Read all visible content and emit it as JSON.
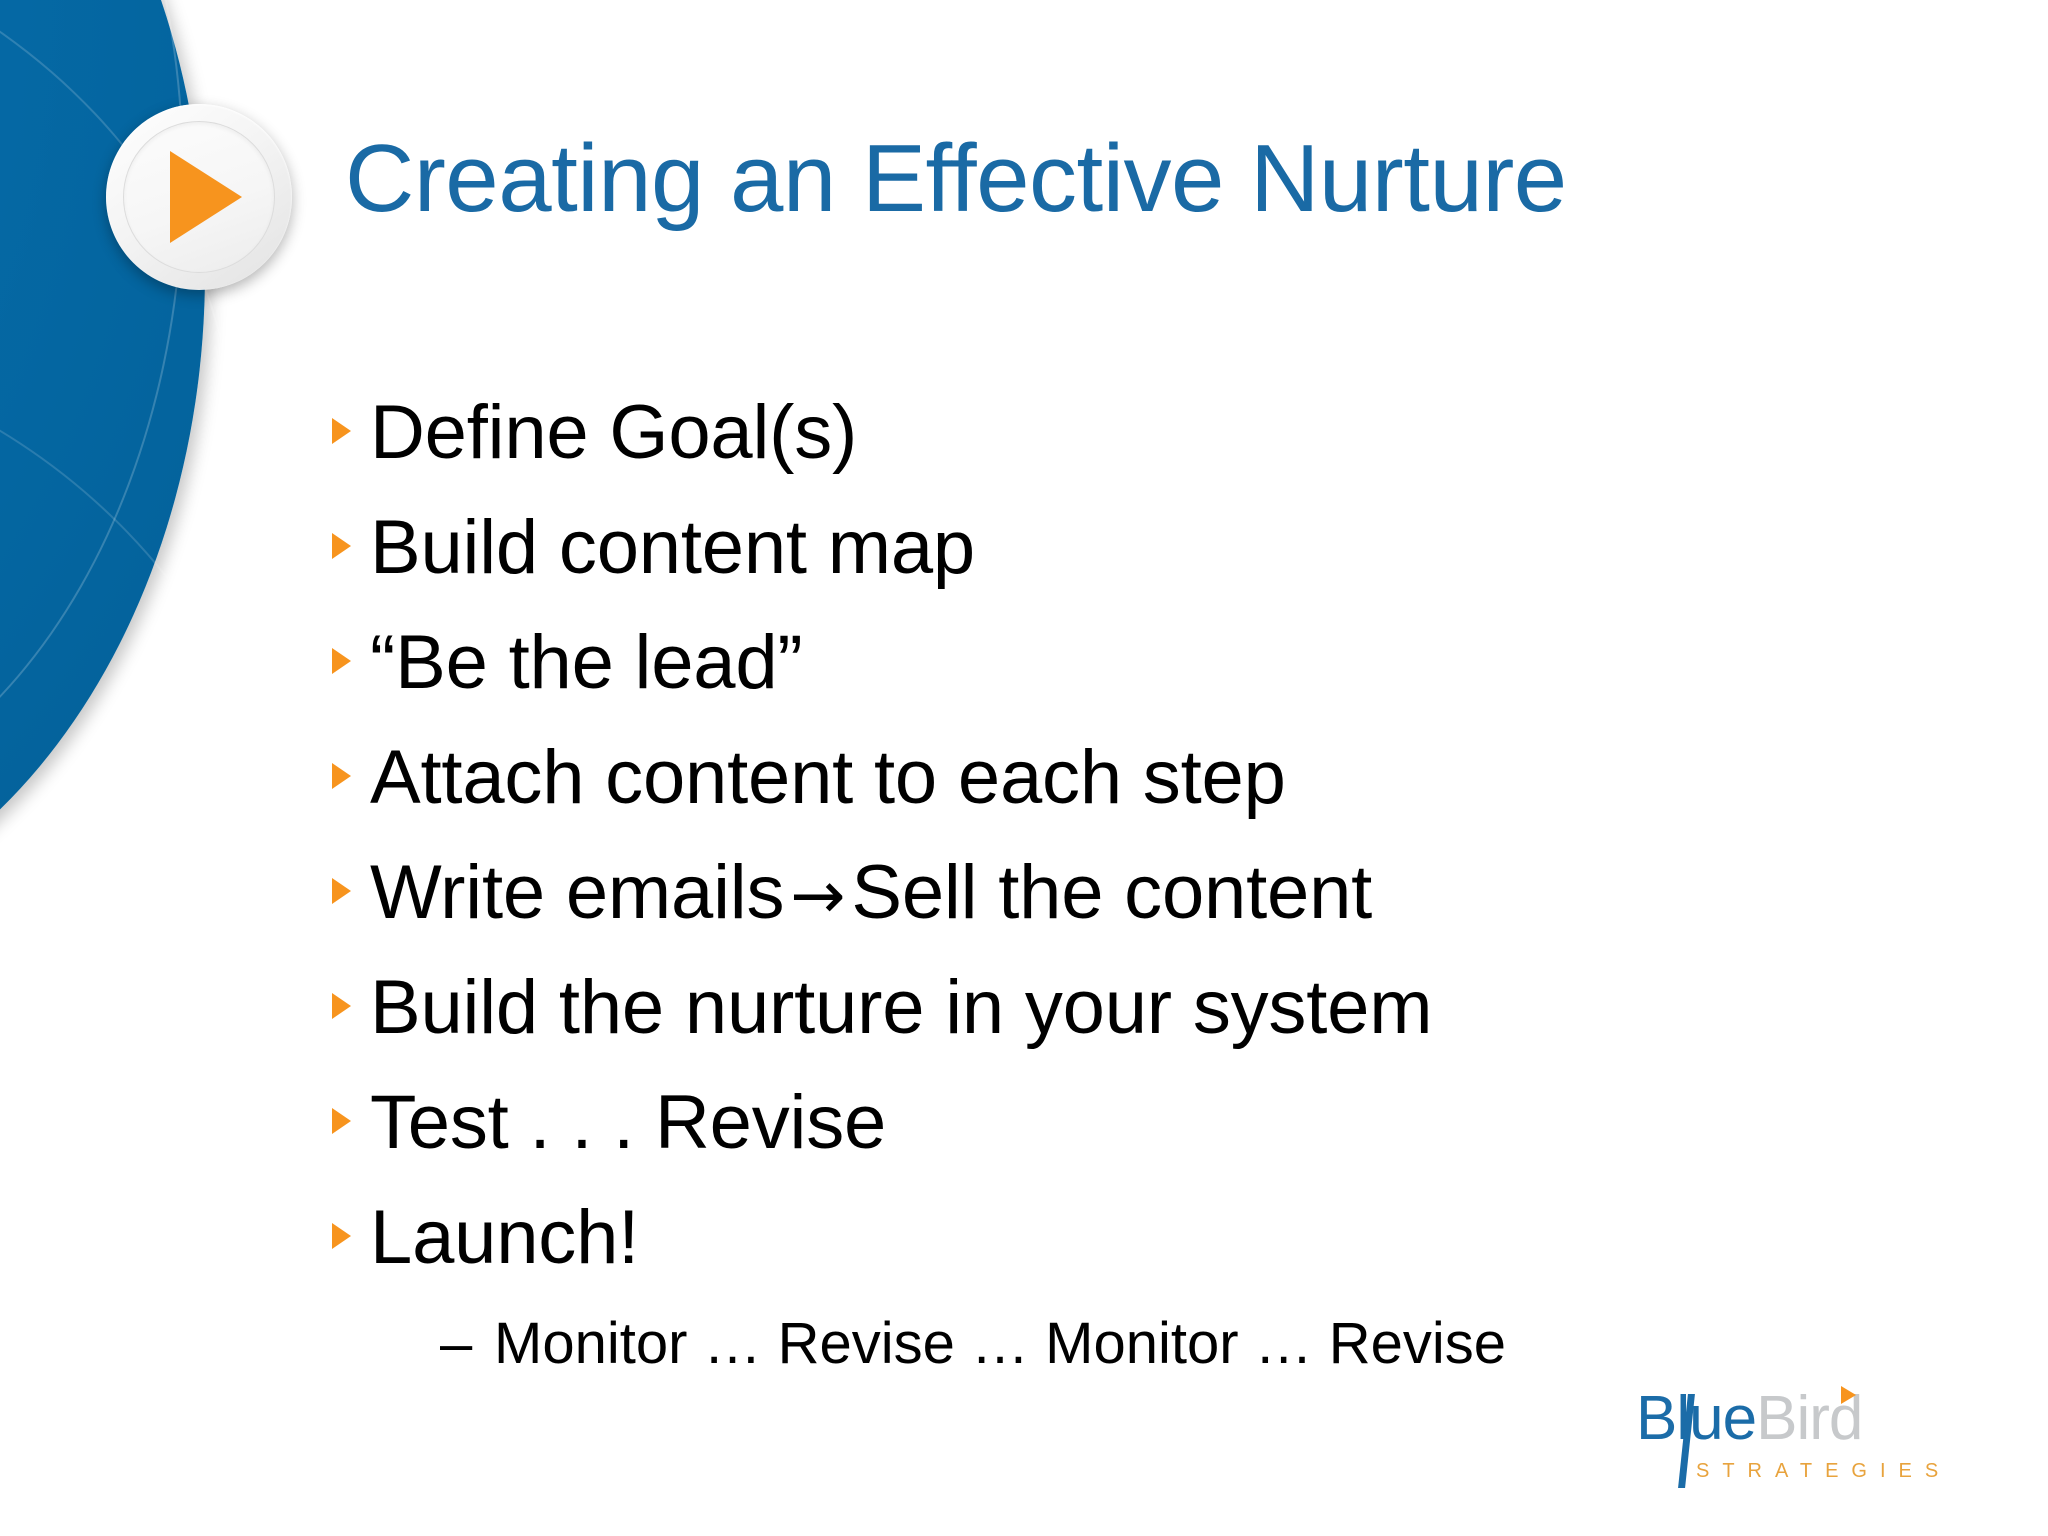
{
  "slide": {
    "title": "Creating an Effective Nurture",
    "colors": {
      "accent_blue": "#0569A5",
      "title_blue": "#1A6AA5",
      "accent_orange": "#F7941E",
      "body_text": "#000000",
      "logo_gray": "#C7C9CB"
    },
    "decoration": {
      "play_icon": "play-triangle-icon",
      "shape": "blue-circle-blob"
    },
    "bullets": [
      {
        "text": "Define Goal(s)",
        "marker": "triangle-bullet-icon"
      },
      {
        "text": "Build content map",
        "marker": "triangle-bullet-icon"
      },
      {
        "text": "“Be the lead”",
        "marker": "triangle-bullet-icon"
      },
      {
        "text": "Attach content to each step",
        "marker": "triangle-bullet-icon"
      },
      {
        "text_before": "Write emails",
        "arrow": "→",
        "text_after": "Sell the content",
        "marker": "triangle-bullet-icon"
      },
      {
        "text": "Build the nurture in your system",
        "marker": "triangle-bullet-icon"
      },
      {
        "text": "Test . . . Revise",
        "marker": "triangle-bullet-icon"
      },
      {
        "text": "Launch!",
        "marker": "triangle-bullet-icon"
      }
    ],
    "sub_bullets": [
      {
        "marker": "–",
        "text": "Monitor … Revise … Monitor … Revise"
      }
    ],
    "logo": {
      "part1": "B",
      "part2": "lue",
      "part3": "Bird",
      "tagline": "STRATEGIES"
    }
  }
}
